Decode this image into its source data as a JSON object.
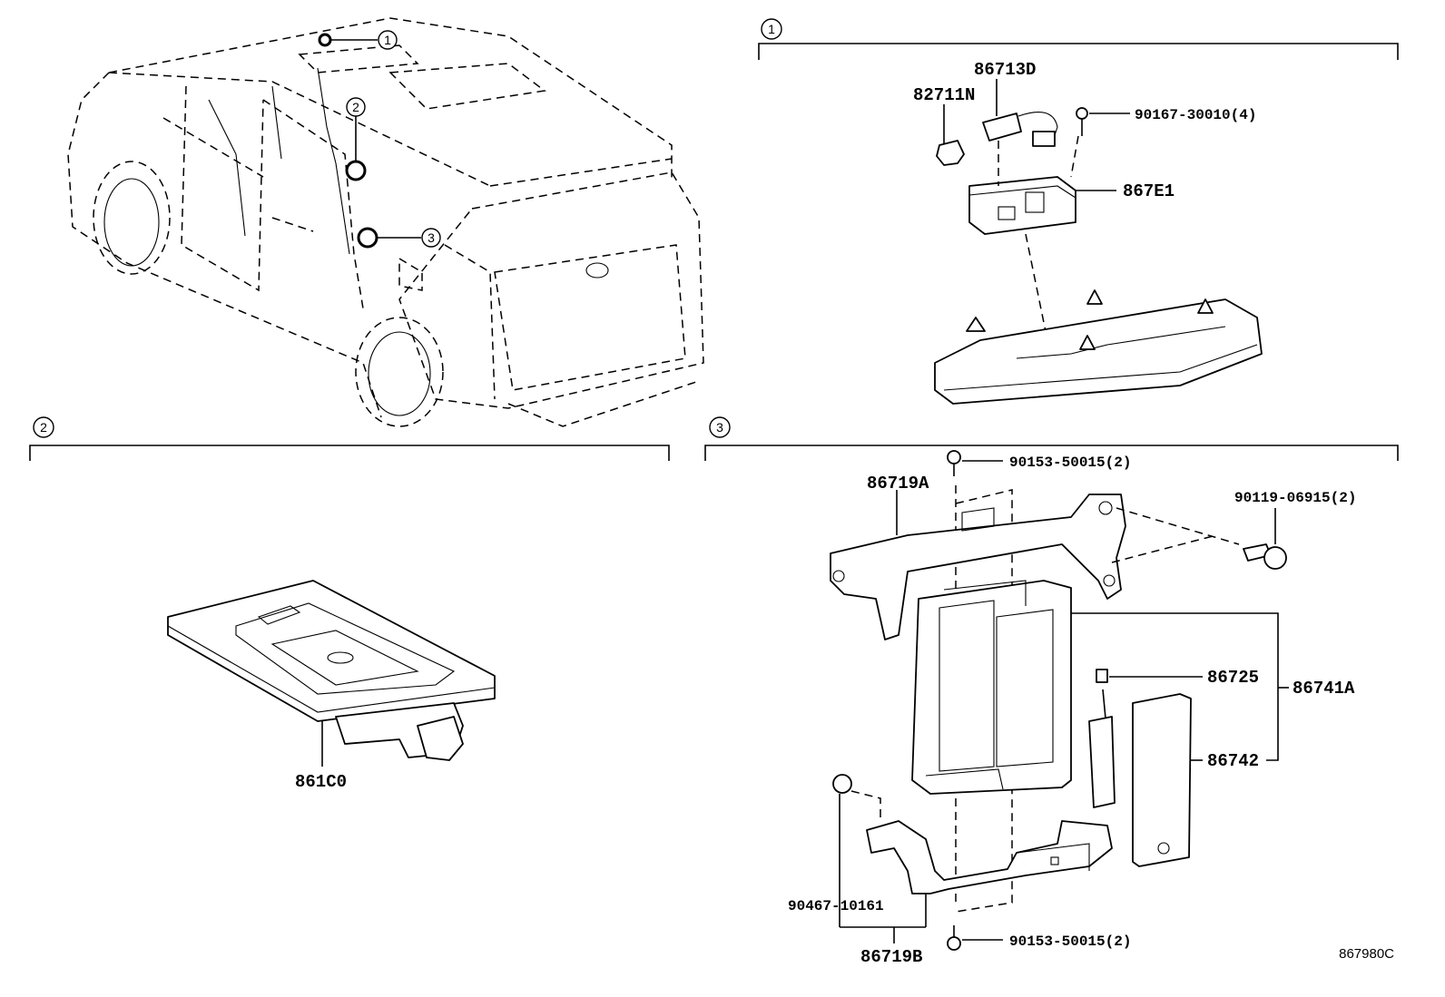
{
  "sections": [
    {
      "id": "1",
      "callout": "1"
    },
    {
      "id": "2",
      "callout": "2"
    },
    {
      "id": "3",
      "callout": "3"
    }
  ],
  "vehicle_callouts": [
    "1",
    "2",
    "3"
  ],
  "parts": {
    "p86713D": "86713D",
    "p82711N": "82711N",
    "p90167": "90167-30010(4)",
    "p867E1": "867E1",
    "p861C0": "861C0",
    "p90153_top": "90153-50015(2)",
    "p86719A": "86719A",
    "p90119": "90119-06915(2)",
    "p86725": "86725",
    "p86741A": "86741A",
    "p86742": "86742",
    "p90467": "90467-10161",
    "p90153_bottom": "90153-50015(2)",
    "p86719B": "86719B"
  },
  "diagram_id": "867980C"
}
